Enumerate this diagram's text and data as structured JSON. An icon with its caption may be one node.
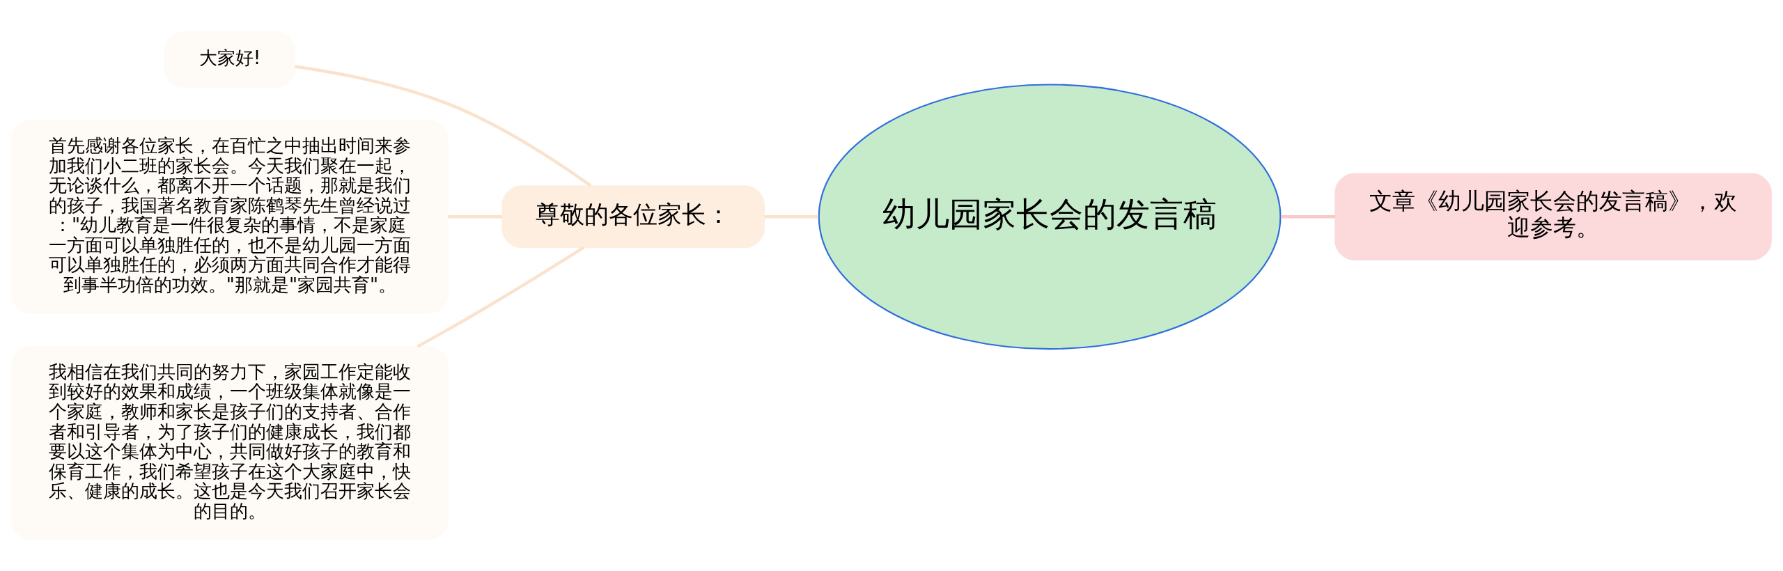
{
  "diagram": {
    "nodes": [
      {
        "text": [
          "幼儿园家长会的发言稿"
        ]
      },
      {
        "text": [
          "尊敬的各位家长："
        ]
      },
      {
        "text": [
          "大家好!"
        ]
      },
      {
        "text": [
          "首先感谢各位家长，在百忙之中抽出时间来参加我们小二班的家长会。今天我们聚在一起，无论谈什么，都离不开一个话题，那就是我们的孩子，我国著名教育家陈鹤琴先生曾经说过：\"幼儿教育是一件很复杂的事情，不是家庭一方面可以单独胜任的，也不是幼儿园一方面可以单独胜任的，必须两方面共同合作才能得到事半功倍的功效。\"那就是\"家园共育\"。"
        ]
      },
      {
        "text": [
          "我相信在我们共同的努力下，家园工作定能收到较好的效果和成绩，一个班级集体就像是一个家庭，教师和家长是孩子们的支持者、合作者和引导者，为了孩子们的健康成长，我们都要以这个集体为中心，共同做好孩子的教育和保育工作，我们希望孩子在这个大家庭中，快乐、健康的成长。这也是今天我们召开家长会的目的。"
        ]
      },
      {
        "text": [
          "文章《幼儿园家长会的发言稿》，欢迎参考。"
        ]
      }
    ],
    "edges": [
      {
        "from": 0,
        "to": 1,
        "arrow": "none"
      },
      {
        "from": 1,
        "to": 2,
        "arrow": "none"
      },
      {
        "from": 1,
        "to": 3,
        "arrow": "none"
      },
      {
        "from": 1,
        "to": 4,
        "arrow": "none"
      },
      {
        "from": 0,
        "to": 5,
        "arrow": "none",
        "color": "#f7c9cb"
      }
    ]
  }
}
